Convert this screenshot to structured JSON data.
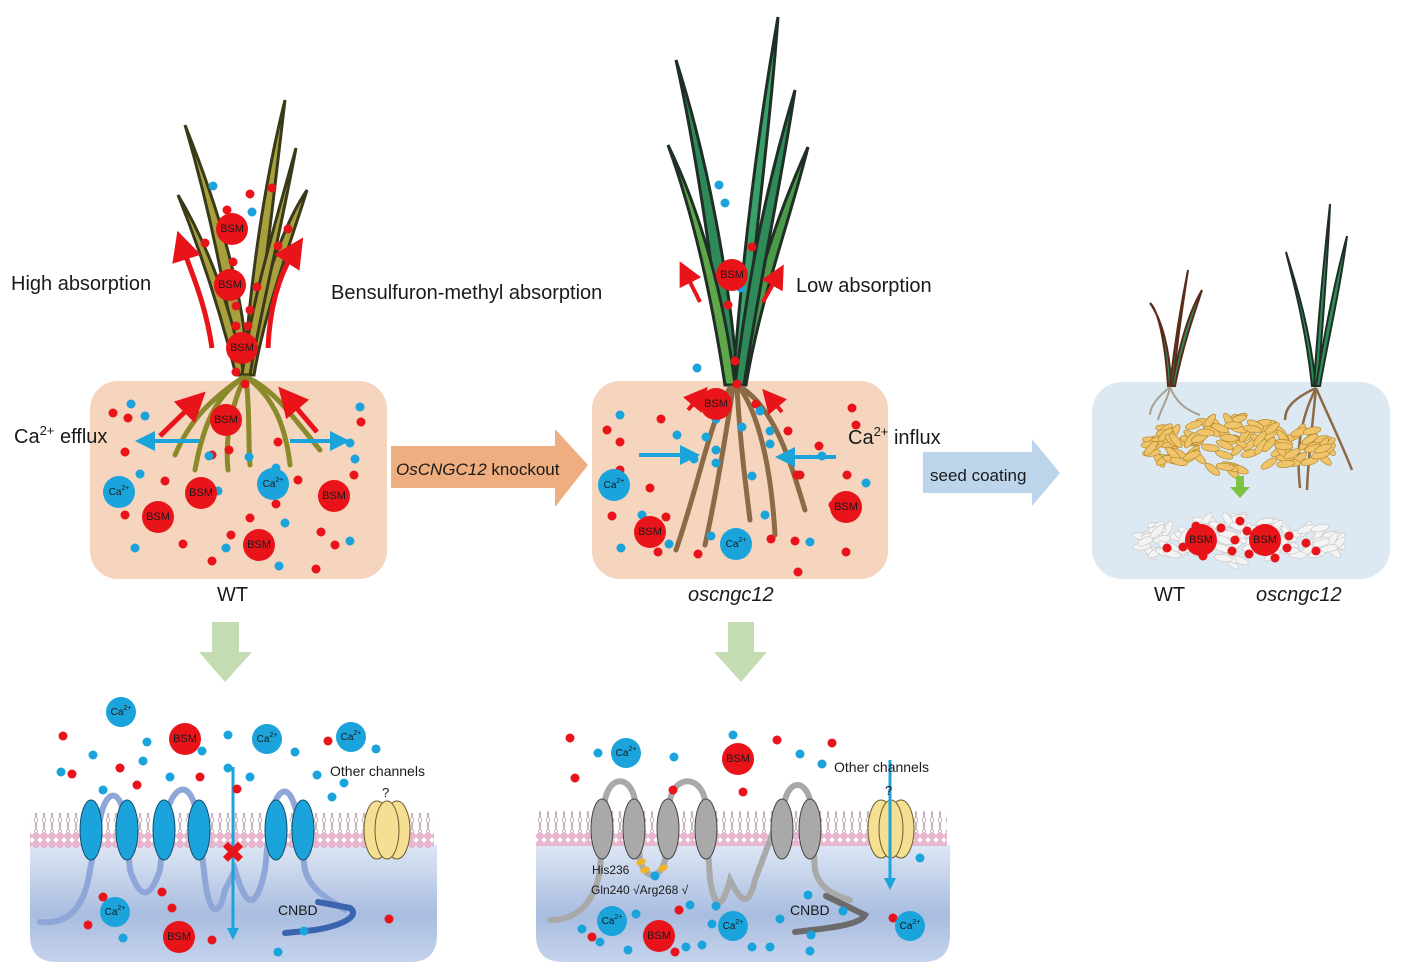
{
  "colors": {
    "bsm_red": "#e8141a",
    "calcium_blue": "#1ba3dc",
    "soil_peach": "#f5d5bd",
    "seed_box_blue": "#dce8f2",
    "knockout_arrow": "#eeae7f",
    "seed_arrow": "#bcd5ea",
    "down_arrow_green": "#c3dcb2",
    "wt_leaf": "#a8a03c",
    "mutant_leaf": "#2f8a5a",
    "wt_channel": "#1ba3dc",
    "mutant_channel": "#a9a9a9",
    "other_channel": "#f5df92",
    "membrane_pink": "#eab6cf",
    "cytoplasm": "#b7c8e6"
  },
  "panels": {
    "wt": {
      "genotype_label": "WT",
      "absorption_label": "High absorption",
      "ca_label_main": "Ca",
      "ca_label_sup": "2+",
      "ca_label_rest": " efflux",
      "molecule_bsm": "BSM",
      "molecule_ca": "Ca",
      "molecule_ca_sup": "2+"
    },
    "center_title": "Bensulfuron-methyl absorption",
    "knockout_arrow": {
      "gene": "OsCNGC12",
      "rest": " knockout"
    },
    "mutant": {
      "genotype_label": "oscngc12",
      "absorption_label": "Low absorption",
      "ca_label_main": "Ca",
      "ca_label_sup": "2+",
      "ca_label_rest": " influx"
    },
    "seed_arrow_label": "seed coating",
    "seed_panel": {
      "left_label": "WT",
      "right_label": "oscngc12"
    }
  },
  "membrane_wt": {
    "other_channels_label": "Other channels",
    "question_mark": "?",
    "cnbd_label": "CNBD",
    "blocked_mark": "✖"
  },
  "membrane_mutant": {
    "other_channels_label": "Other channels",
    "question_mark": "?",
    "cnbd_label": "CNBD",
    "residue_1": "His236",
    "residue_2": "Gln240 √Arg268 √"
  }
}
